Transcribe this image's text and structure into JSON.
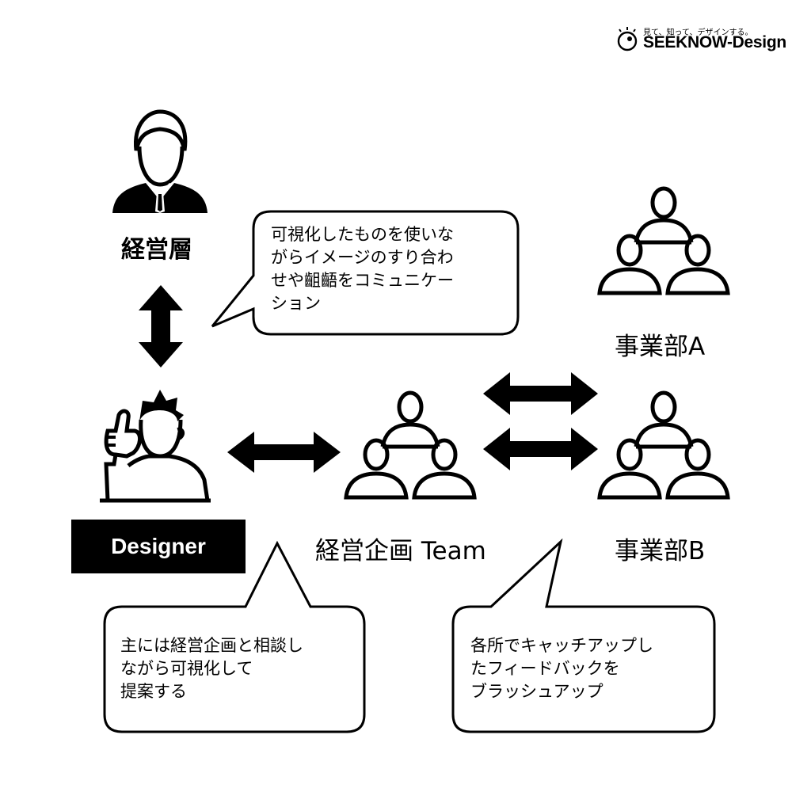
{
  "logo": {
    "tagline": "見て、知って、デザインする。",
    "name": "SEEKNOW-Design"
  },
  "nodes": {
    "executive": "経営層",
    "designer": "Designer",
    "planning_team": "経営企画 Team",
    "division_a": "事業部A",
    "division_b": "事業部B"
  },
  "bubbles": {
    "top": "可視化したものを使いな\nがらイメージのすり合わ\nせや齟齬をコミュニケー\nション",
    "bottom_left": "主には経営企画と相談し\nながら可視化して\n提案する",
    "bottom_right": "各所でキャッチアップし\nたフィードバックを\nブラッシュアップ"
  }
}
